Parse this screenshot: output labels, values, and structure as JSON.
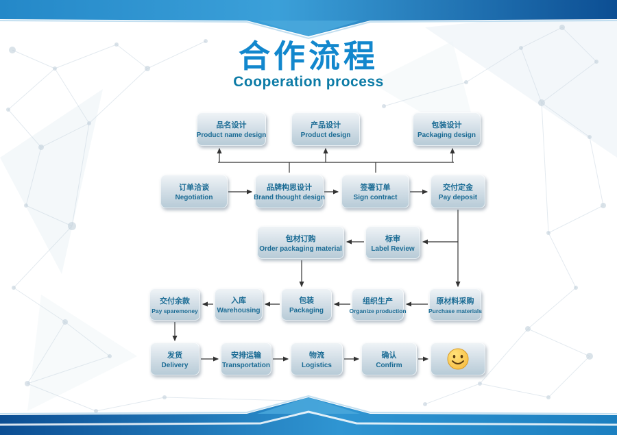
{
  "title": {
    "zh": "合作流程",
    "en": "Cooperation process"
  },
  "nodes": [
    {
      "id": "product-name-design",
      "zh": "品名设计",
      "en": "Product name design"
    },
    {
      "id": "product-design",
      "zh": "产品设计",
      "en": "Product design"
    },
    {
      "id": "packaging-design",
      "zh": "包装设计",
      "en": "Packaging design"
    },
    {
      "id": "negotiation",
      "zh": "订单洽谈",
      "en": "Negotiation"
    },
    {
      "id": "brand-thought-design",
      "zh": "品牌构思设计",
      "en": "Brand thought design"
    },
    {
      "id": "sign-contract",
      "zh": "签署订单",
      "en": "Sign contract"
    },
    {
      "id": "pay-deposit",
      "zh": "交付定金",
      "en": "Pay deposit"
    },
    {
      "id": "order-packaging-material",
      "zh": "包材订购",
      "en": "Order packaging material"
    },
    {
      "id": "label-review",
      "zh": "标审",
      "en": "Label Review"
    },
    {
      "id": "pay-sparemoney",
      "zh": "交付余款",
      "en": "Pay sparemoney"
    },
    {
      "id": "warehousing",
      "zh": "入库",
      "en": "Warehousing"
    },
    {
      "id": "packaging",
      "zh": "包装",
      "en": "Packaging"
    },
    {
      "id": "organize-production",
      "zh": "组织生产",
      "en": "Organize production"
    },
    {
      "id": "purchase-materials",
      "zh": "原材料采购",
      "en": "Purchase materials"
    },
    {
      "id": "delivery",
      "zh": "发货",
      "en": "Delivery"
    },
    {
      "id": "transportation",
      "zh": "安排运输",
      "en": "Transportation"
    },
    {
      "id": "logistics",
      "zh": "物流",
      "en": "Logistics"
    },
    {
      "id": "confirm",
      "zh": "确认",
      "en": "Confirm"
    },
    {
      "id": "finish",
      "icon": "smiley-icon"
    }
  ],
  "colors": {
    "title_blue": "#1287cd",
    "subtitle_blue": "#0c7ba6",
    "node_text": "#1a6b94",
    "arrow": "#333333",
    "banner_light": "#3ba0d9",
    "banner_dark": "#0c4e93",
    "smiley_yellow": "#f6b93d"
  }
}
